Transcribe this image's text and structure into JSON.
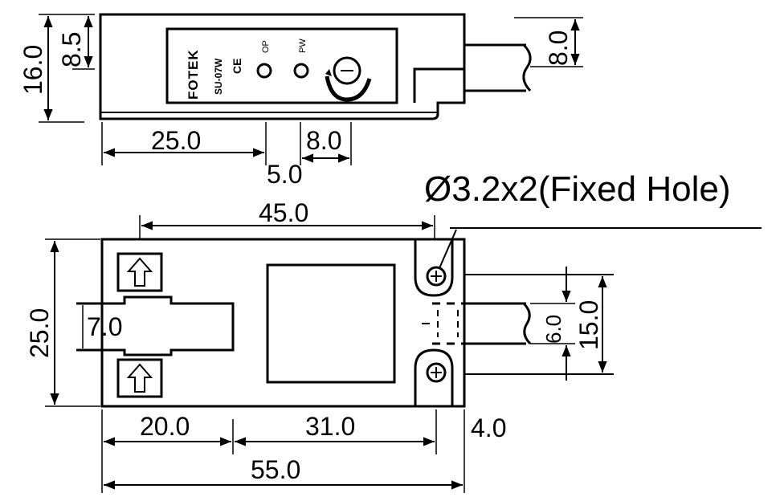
{
  "top_view": {
    "brand": "FOTEK",
    "model": "SU-07W",
    "ce_mark": "CE",
    "led_op_label": "OP",
    "led_pw_label": "PW",
    "dim_height": "16.0",
    "dim_top_offset": "8.5",
    "dim_cable_right": "8.0",
    "dim_body_left": "25.0",
    "dim_gap": "5.0",
    "dim_led_pitch": "8.0"
  },
  "front_view": {
    "hole_callout": "Ø3.2x2(Fixed Hole)",
    "dim_hole_span": "45.0",
    "dim_height": "25.0",
    "dim_fiber": "7.0",
    "dim_cable": "6.0",
    "dim_mount_span": "15.0",
    "dim_left": "20.0",
    "dim_mid": "31.0",
    "dim_edge": "4.0",
    "dim_total": "55.0"
  },
  "colors": {
    "line": "#000000",
    "background": "#ffffff"
  }
}
